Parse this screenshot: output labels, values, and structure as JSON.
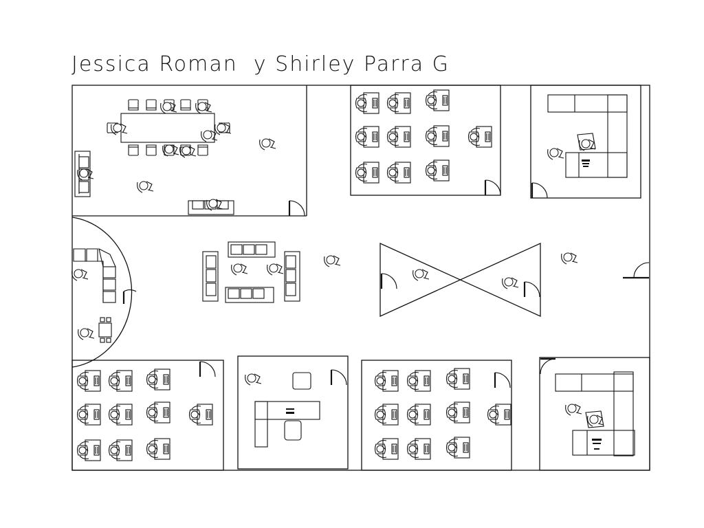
{
  "title": "Jessica Roman  y Shirley Parra G",
  "colors": {
    "line": "#111111",
    "background": "#ffffff"
  },
  "rooms": [
    {
      "key": "meeting-room"
    },
    {
      "key": "workstations-top"
    },
    {
      "key": "office-top-right"
    },
    {
      "key": "reception-lounge"
    },
    {
      "key": "central-lounge"
    },
    {
      "key": "central-lobby"
    },
    {
      "key": "workstations-bottom-left"
    },
    {
      "key": "office-bottom-center"
    },
    {
      "key": "workstations-bottom-center"
    },
    {
      "key": "office-bottom-right"
    }
  ]
}
